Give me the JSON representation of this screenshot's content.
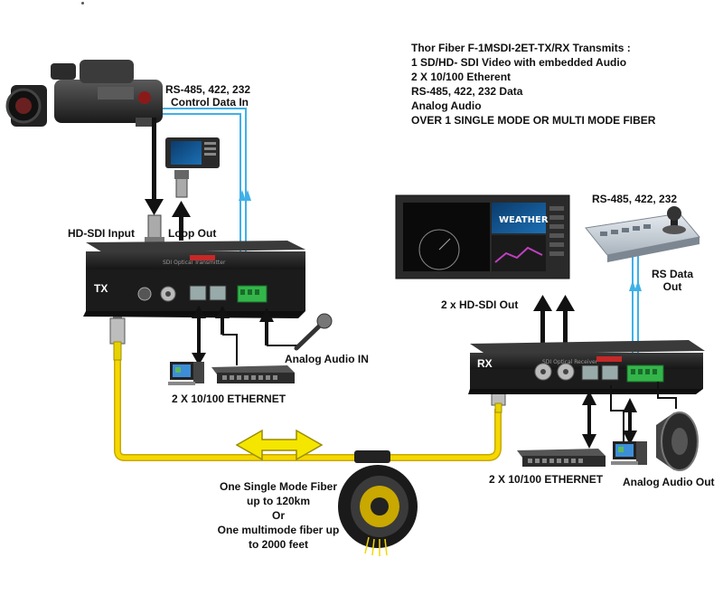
{
  "colors": {
    "fiber": "#f5d800",
    "fiber_edge": "#c9a800",
    "data_line": "#3fb0e8",
    "device_dark": "#1b1b1b",
    "device_mid": "#2b2b2b",
    "arrow": "#111111",
    "terminal_green": "#33b54a"
  },
  "info": {
    "title": "Thor Fiber F-1MSDI-2ET-TX/RX Transmits :",
    "lines": [
      "1 SD/HD- SDI Video with embedded  Audio",
      "2 X 10/100 Etherent",
      "RS-485, 422, 232 Data",
      "Analog Audio",
      "OVER 1 SINGLE MODE OR MULTI MODE FIBER"
    ]
  },
  "labels": {
    "rs_in_line1": "RS-485, 422, 232",
    "rs_in_line2": "Control Data In",
    "hdsdi_input": "HD-SDI  Input",
    "loop_out": "Loop Out",
    "tx_tag": "TX",
    "rx_tag": "RX",
    "analog_audio_in": "Analog Audio IN",
    "ethernet_tx": "2 X 10/100 ETHERNET",
    "hdsdi_out": "2 x HD-SDI  Out",
    "rs_out_top": "RS-485, 422, 232",
    "rs_data_out_line1": "RS Data",
    "rs_data_out_line2": "Out",
    "ethernet_rx": "2 X 10/100 ETHERNET",
    "analog_audio_out": "Analog Audio Out",
    "fiber_line1": "One Single Mode Fiber",
    "fiber_line2": "up to 120km",
    "fiber_line3": "Or",
    "fiber_line4": "One multimode fiber up",
    "fiber_line5": "to 2000 feet"
  },
  "icons": [
    "video-camera-icon",
    "loop-monitor-icon",
    "bnc-connector-icon",
    "tx-device-icon",
    "microphone-icon",
    "pc-icon",
    "network-switch-icon",
    "fiber-reel-icon",
    "broadcast-monitor-icon",
    "rx-device-icon",
    "ptz-controller-icon",
    "speaker-icon"
  ]
}
